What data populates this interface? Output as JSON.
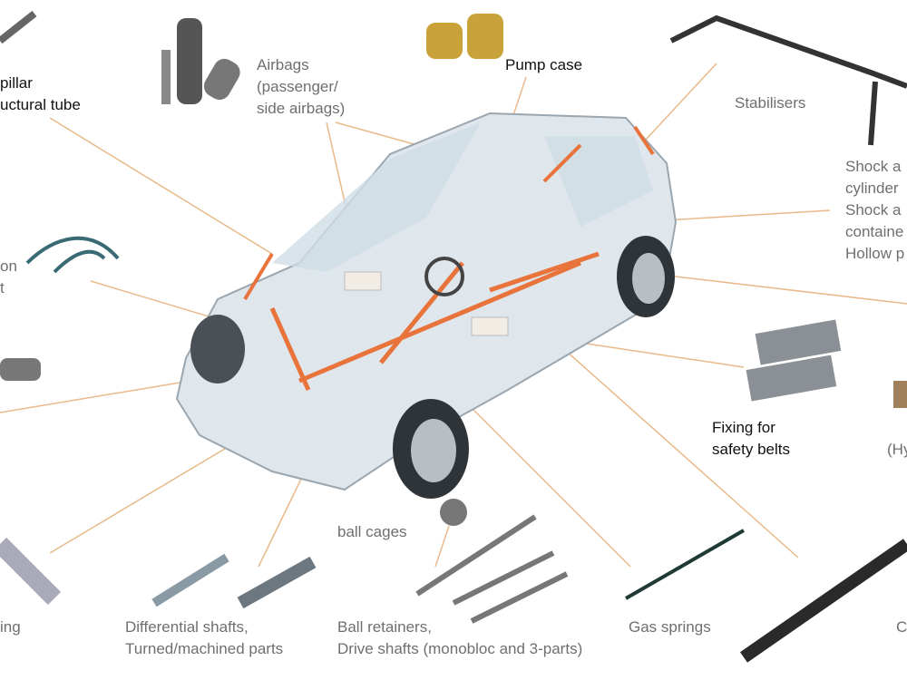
{
  "colors": {
    "leader": "#e9b98a",
    "highlight": "#e8743b",
    "car_body": "#dfe6ec"
  },
  "labels": {
    "pillar": [
      "pillar",
      "uctural tube"
    ],
    "airbags": [
      "Airbags",
      "(passenger/",
      "side airbags)"
    ],
    "pump_case": "Pump case",
    "stabilisers": "Stabilisers",
    "shock": [
      "Shock a",
      "cylinder",
      "Shock a",
      "containe",
      "Hollow p"
    ],
    "injection": [
      "on",
      "t"
    ],
    "fixing": [
      "Fixing for",
      "safety belts"
    ],
    "hy": "(Hy",
    "ball_cages": "ball cages",
    "steering": "ing",
    "differential": [
      "Differential shafts,",
      "Turned/machined parts"
    ],
    "ball_retainers": [
      "Ball retainers,",
      "Drive shafts (monobloc and 3-parts)"
    ],
    "gas_springs": "Gas springs",
    "right_bottom": "C"
  }
}
